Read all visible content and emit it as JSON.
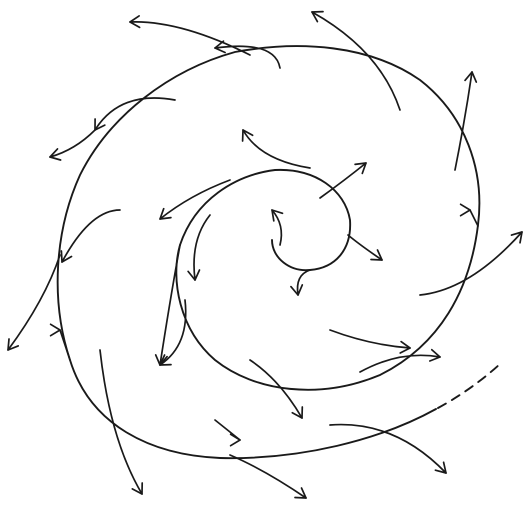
{
  "diagram": {
    "ink_color": "#1a1a1a",
    "background_color": "#ffffff",
    "shape": "spiral",
    "branch_count": 27,
    "branch_icon": "curved-arrow-icon",
    "tail_style": "dashed"
  }
}
